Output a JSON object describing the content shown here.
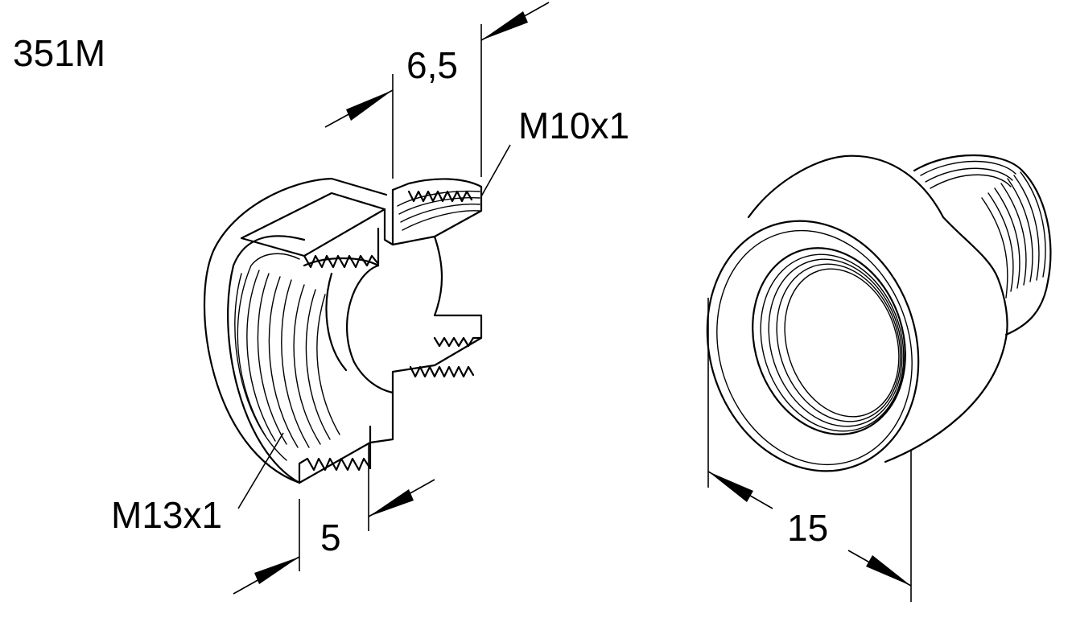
{
  "part_number": "351M",
  "dimensions": {
    "top_length": "6,5",
    "bottom_length": "5",
    "overall_length": "15"
  },
  "threads": {
    "small_thread": "M10x1",
    "large_thread": "M13x1"
  }
}
